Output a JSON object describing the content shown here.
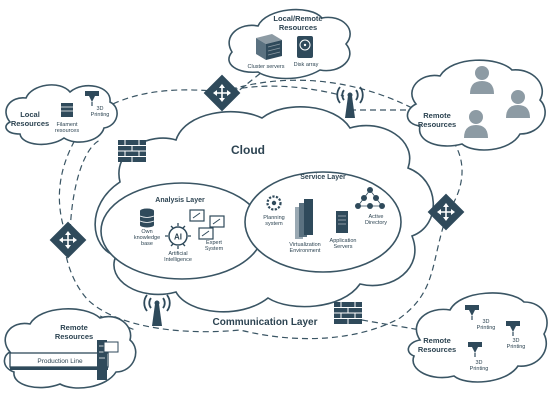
{
  "diagram": {
    "cloud_title": "Cloud",
    "communication_layer": "Communication Layer",
    "analysis_layer": {
      "title": "Analysis Layer",
      "own_kb_line1": "Own",
      "own_kb_line2": "knowledge",
      "own_kb_line3": "base",
      "ai_badge": "AI",
      "ai_line1": "Artificial",
      "ai_line2": "Intelligence",
      "expert_line1": "Expert",
      "expert_line2": "System"
    },
    "service_layer": {
      "title": "Service Layer",
      "planning_line1": "Planning",
      "planning_line2": "system",
      "virt_line1": "Virtualization",
      "virt_line2": "Environment",
      "app_line1": "Application",
      "app_line2": "Servers",
      "ad_line1": "Active",
      "ad_line2": "Directory"
    },
    "top_cloud": {
      "title_line1": "Local/Remote",
      "title_line2": "Resources",
      "cluster": "Cluster servers",
      "disk": "Disk array"
    },
    "left_top_cloud": {
      "title_line1": "Local",
      "title_line2": "Resources",
      "filament_line1": "Filament",
      "filament_line2": "resources",
      "printing_line1": "3D",
      "printing_line2": "Printing"
    },
    "right_top_cloud": {
      "title_line1": "Remote",
      "title_line2": "Resources"
    },
    "bottom_left_cloud": {
      "title_line1": "Remote",
      "title_line2": "Resources",
      "production": "Production Line"
    },
    "bottom_right_cloud": {
      "title_line1": "Remote",
      "title_line2": "Resources",
      "p1_line1": "3D",
      "p1_line2": "Printing",
      "p2_line1": "3D",
      "p2_line2": "Printing",
      "p3_line1": "3D",
      "p3_line2": "Printing"
    }
  }
}
